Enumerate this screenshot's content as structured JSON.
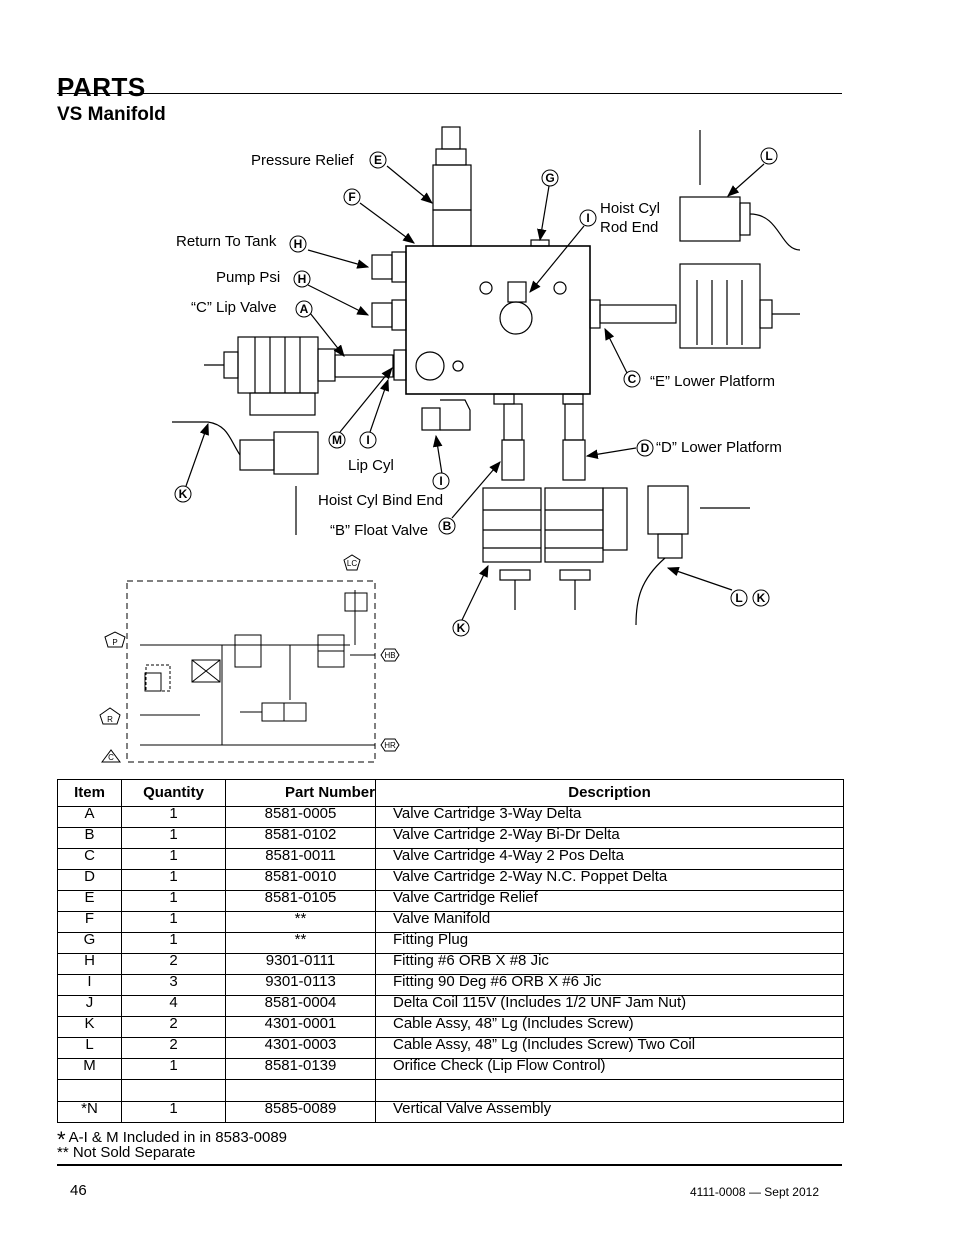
{
  "header": {
    "title": "PARTS",
    "subtitle": "VS Manifold"
  },
  "diagram_labels": {
    "pressure_relief": "Pressure Relief",
    "return_to_tank": "Return To Tank",
    "pump_psi": "Pump Psi",
    "c_lip_valve": "“C” Lip Valve",
    "hoist_cyl_rod_end_1": "Hoist Cyl",
    "hoist_cyl_rod_end_2": "Rod End",
    "e_lower_platform": "“E” Lower Platform",
    "d_lower_platform": "“D” Lower Platform",
    "lip_cyl": "Lip Cyl",
    "hoist_cyl_bind_end": "Hoist Cyl Bind End",
    "b_float_valve": "“B” Float Valve"
  },
  "callouts": [
    "E",
    "F",
    "G",
    "I",
    "L",
    "H",
    "H",
    "A",
    "C",
    "M",
    "I",
    "D",
    "K",
    "I",
    "B",
    "L",
    "K",
    "K"
  ],
  "schematic_labels": {
    "lc": "LC",
    "p": "P",
    "r": "R",
    "c": "C",
    "hb": "HB",
    "hr": "HR"
  },
  "table": {
    "headers": [
      "Item",
      "Quantity",
      "Part Number",
      "Description"
    ],
    "rows": [
      [
        "A",
        "1",
        "8581-0005",
        "Valve Cartridge 3-Way Delta"
      ],
      [
        "B",
        "1",
        "8581-0102",
        "Valve Cartridge 2-Way Bi-Dr Delta"
      ],
      [
        "C",
        "1",
        "8581-0011",
        "Valve Cartridge 4-Way 2 Pos Delta"
      ],
      [
        "D",
        "1",
        "8581-0010",
        "Valve Cartridge 2-Way N.C. Poppet Delta"
      ],
      [
        "E",
        "1",
        "8581-0105",
        "Valve Cartridge Relief"
      ],
      [
        "F",
        "1",
        "**",
        "Valve Manifold"
      ],
      [
        "G",
        "1",
        "**",
        "Fitting Plug"
      ],
      [
        "H",
        "2",
        "9301-0111",
        "Fitting #6 ORB X #8 Jic"
      ],
      [
        "I",
        "3",
        "9301-0113",
        "Fitting 90 Deg #6 ORB X #6 Jic"
      ],
      [
        "J",
        "4",
        "8581-0004",
        "Delta Coil  115V (Includes 1/2 UNF Jam Nut)"
      ],
      [
        "K",
        "2",
        "4301-0001",
        "Cable Assy, 48” Lg (Includes Screw)"
      ],
      [
        "L",
        "2",
        "4301-0003",
        "Cable Assy, 48” Lg (Includes Screw) Two Coil"
      ],
      [
        "M",
        "1",
        "8581-0139",
        "Orifice Check (Lip Flow Control)"
      ],
      [
        "",
        "",
        "",
        ""
      ],
      [
        "*N",
        "1",
        "8585-0089",
        "Vertical Valve Assembly"
      ]
    ]
  },
  "footnotes": {
    "star": "*",
    "note1": "A-I & M Included in in 8583-0089",
    "note2": "** Not Sold Separate"
  },
  "footer": {
    "page": "46",
    "doc": "4111-0008 — Sept 2012"
  }
}
